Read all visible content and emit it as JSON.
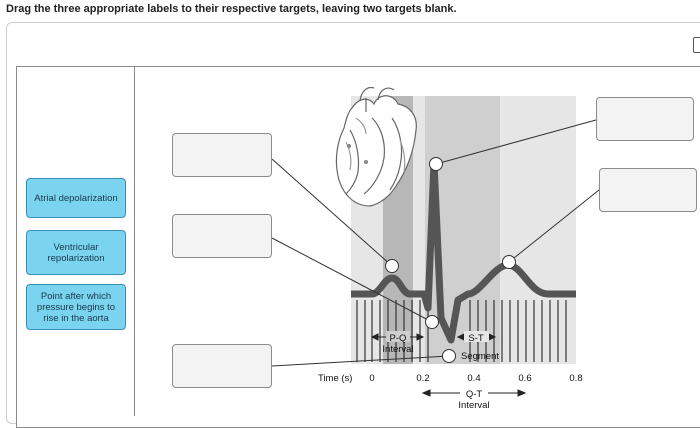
{
  "instruction": "Drag the three appropriate labels to their respective targets, leaving two targets blank.",
  "labels": [
    {
      "text": "Atrial depolarization"
    },
    {
      "text": "Ventricular repolarization"
    },
    {
      "text": "Point after which pressure begins to rise in the aorta"
    }
  ],
  "targets": [
    {
      "id": "target-1"
    },
    {
      "id": "target-2"
    },
    {
      "id": "target-3"
    },
    {
      "id": "target-4"
    },
    {
      "id": "target-5"
    }
  ],
  "diagram": {
    "time_label": "Time (s)",
    "ticks": [
      "0",
      "0.2",
      "0.4",
      "0.6",
      "0.8"
    ],
    "pq_label": "P-Q",
    "pq_label2": "Interval",
    "st_label": "S-T",
    "st_label2": "Segment",
    "qt_label": "Q-T",
    "qt_label2": "Interval"
  }
}
